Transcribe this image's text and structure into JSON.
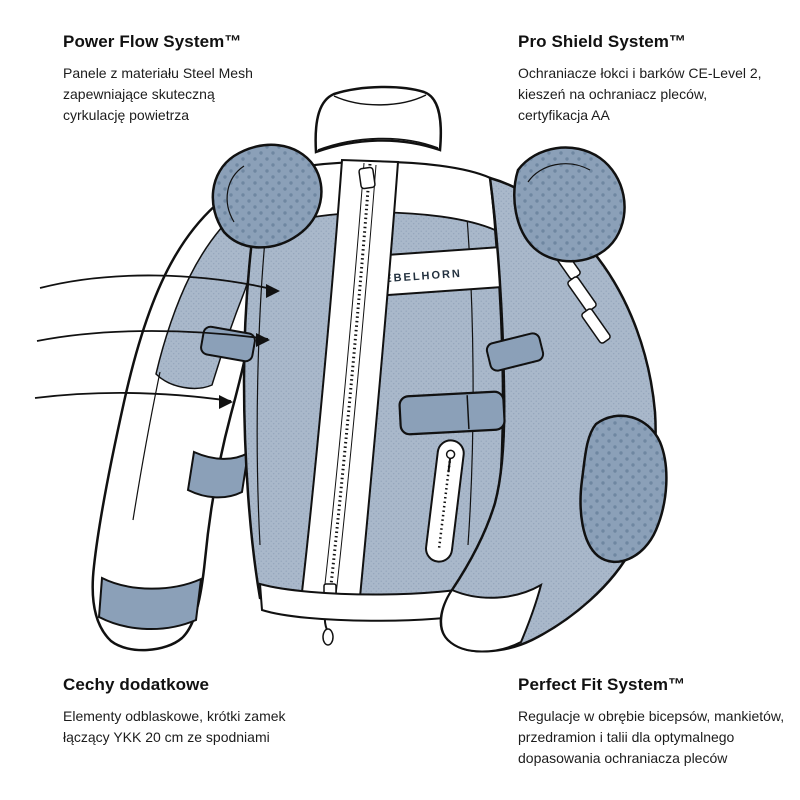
{
  "figure": {
    "type": "product-diagram",
    "subject": "motorcycle textile jacket technical illustration"
  },
  "annotations": {
    "power_flow": {
      "title": "Power Flow System™",
      "description": "Panele z materiału Steel Mesh\nzapewniające skuteczną\ncyrkulację powietrza"
    },
    "pro_shield": {
      "title": "Pro Shield System™",
      "description": "Ochraniacze łokci i barków CE-Level 2,\nkieszeń na ochraniacz pleców,\ncertyfikacja AA"
    },
    "extra_features": {
      "title": "Cechy dodatkowe",
      "description": "Elementy odblaskowe, krótki zamek\nłączący YKK 20 cm ze spodniami"
    },
    "perfect_fit": {
      "title": "Perfect Fit System™",
      "description": "Regulacje w obrębie bicepsów, mankietów,\nprzedramion i talii dla optymalnego\ndopasowania ochraniacza pleców"
    }
  },
  "illustration": {
    "brand_label": "REBELHORN",
    "colors": {
      "mesh": "#a9b8ca",
      "mesh_dot": "#93a5bb",
      "pad": "#8ba0b8",
      "pad_dot": "#6f87a1",
      "panel": "#ffffff",
      "outline": "#111111",
      "text": "#111111",
      "brand_text": "#23313f"
    }
  }
}
